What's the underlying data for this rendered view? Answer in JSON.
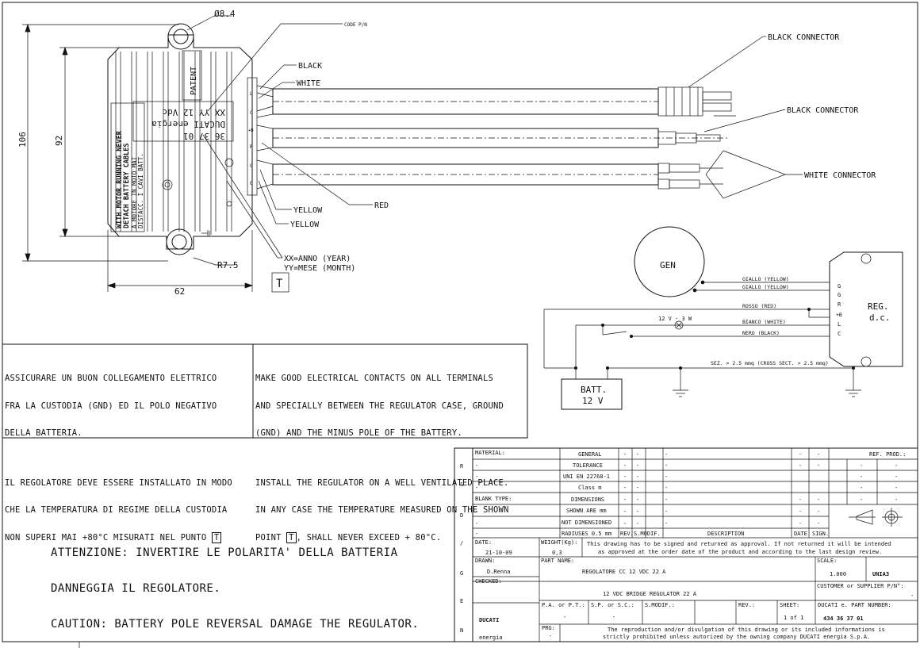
{
  "drawing": {
    "dim_hole": "Ø8.4",
    "dim_height_total": "106",
    "dim_height_inner": "92",
    "dim_width": "62",
    "dim_radius": "R7.5",
    "label_code_pn": "CODE P/N",
    "label_patent": "PATENT",
    "label_code_number": "36 37 01",
    "label_brand": "DUCATI energia",
    "label_rating": "XX YY 12 Vdc",
    "label_warning_en_1": "WITH MOTOR RUNNING NEVER",
    "label_warning_en_2": "DETACH BATTERY CABLES",
    "label_warning_it_1": "A MOTORE IN MOTO MAI",
    "label_warning_it_2": "DISTACC. I CAVI BATT.",
    "terminals": [
      "L",
      "C",
      "+B",
      "R",
      "G",
      "G"
    ],
    "wire_black": "BLACK",
    "wire_white": "WHITE",
    "wire_red": "RED",
    "wire_yellow_1": "YELLOW",
    "wire_yellow_2": "YELLOW",
    "connector_black_1": "BLACK CONNECTOR",
    "connector_black_2": "BLACK CONNECTOR",
    "connector_white": "WHITE CONNECTOR",
    "date_code_1": "XX=ANNO (YEAR)",
    "date_code_2": "YY=MESE (MONTH)",
    "point_t": "T"
  },
  "schematic": {
    "gen": "GEN",
    "reg": "REG.",
    "reg_dc": "d.c.",
    "batt": "BATT.",
    "batt_v": "12 V",
    "lamp": "12 V - 3 W",
    "wires": [
      "GIALLO (YELLOW)",
      "GIALLO (YELLOW)",
      "ROSSO (RED)",
      "BIANCO (WHITE)",
      "NERO (BLACK)"
    ],
    "pins": [
      "G",
      "G",
      "R",
      "+B",
      "L",
      "C"
    ],
    "section": "SEZ. > 2.5 mmq (CROSS SECT. > 2.5 mmq)"
  },
  "notes": {
    "it_1": "ASSICURARE UN BUON COLLEGAMENTO ELETTRICO",
    "it_2": "FRA LA CUSTODIA (GND) ED IL POLO NEGATIVO",
    "it_3": "DELLA BATTERIA.",
    "it_4": "IL REGOLATORE DEVE ESSERE INSTALLATO IN MODO",
    "it_5": "CHE LA TEMPERATURA DI REGIME DELLA CUSTODIA",
    "it_6": "NON SUPERI MAI +80°C MISURATI NEL PUNTO",
    "en_1": "MAKE GOOD ELECTRICAL CONTACTS ON ALL TERMINALS",
    "en_2": "AND SPECIALLY BETWEEN THE REGULATOR CASE, GROUND",
    "en_3": "(GND) AND THE MINUS POLE OF THE BATTERY.",
    "en_4": "INSTALL THE REGULATOR ON A WELL VENTILATED PLACE.",
    "en_5": "IN ANY CASE THE TEMPERATURE MEASURED ON THE SHOWN",
    "en_6a": "POINT",
    "en_6b": ", SHALL NEVER EXCEED + 80°C.",
    "point": "T",
    "attention_1": "ATTENZIONE: INVERTIRE LE POLARITA' DELLA BATTERIA",
    "attention_2": "DANNEGGIA IL REGOLATORE.",
    "caution": "CAUTION: BATTERY POLE REVERSAL DAMAGE THE REGULATOR."
  },
  "title_block": {
    "side_letters": [
      "R",
      "&",
      "D",
      "/",
      "G",
      "E",
      "N"
    ],
    "material_label": "MATERIAL:",
    "blank_type_label": "BLANK TYPE:",
    "dash": "-",
    "general": "GENERAL",
    "tolerance": "TOLERANCE",
    "uni": "UNI EN 22768-1",
    "class_m": "Class m",
    "dimensions": "DIMENSIONS",
    "shown_mm": "SHOWN ARE mm",
    "not_dimensioned": "NOT DIMENSIONED",
    "radiuses": "RADIUSES 0.5 mm",
    "rev": "REV.",
    "smodif": "S.MODIF.",
    "description": "DESCRIPTION",
    "date_col": "DATE",
    "sign_col": "SIGN.",
    "ref_prod": "REF. PROD.:",
    "date_label": "DATE:",
    "date": "21-10-09",
    "weight_label": "WEIGHT(Kg):",
    "weight": "0,3",
    "notice_1": "This drawing has to be signed and returned as approval. If not returned it will be intended",
    "notice_2": "as approved at the order date of the product and according to the last design review.",
    "drawn_label": "DRAWN:",
    "drawn": "D.Renna",
    "checked_label": "CHECKED:",
    "part_name_label": "PART NAME:",
    "part_name_it": "REGOLATORE CC 12 VDC 22 A",
    "part_name_en": "12 VDC BRIDGE REGULATOR 22 A",
    "scale_label": "SCALE:",
    "scale": "1.000",
    "format": "UNIA3",
    "customer_pn_label": "CUSTOMER or SUPPLIER P/N°:",
    "customer_pn": "-",
    "logo_1": "DUCATI",
    "logo_2": "energia",
    "pa_label": "P.A. or P.T.:",
    "sp_label": "S.P. or S.C.:",
    "smodif_label": "S.MODIF.:",
    "rev_label": "REV.:",
    "sheet_label": "SHEET:",
    "sheet": "1 of 1",
    "part_number_label": "DUCATI e. PART NUMBER:",
    "part_number": "434 36 37 01",
    "prg_label": "PRG:",
    "prg": "-",
    "repro_1": "The reproduction and/or divulgation of this drawing or its included informations is",
    "repro_2": "strictly prohibited unless autorized by the owning company DUCATI energia S.p.A."
  }
}
